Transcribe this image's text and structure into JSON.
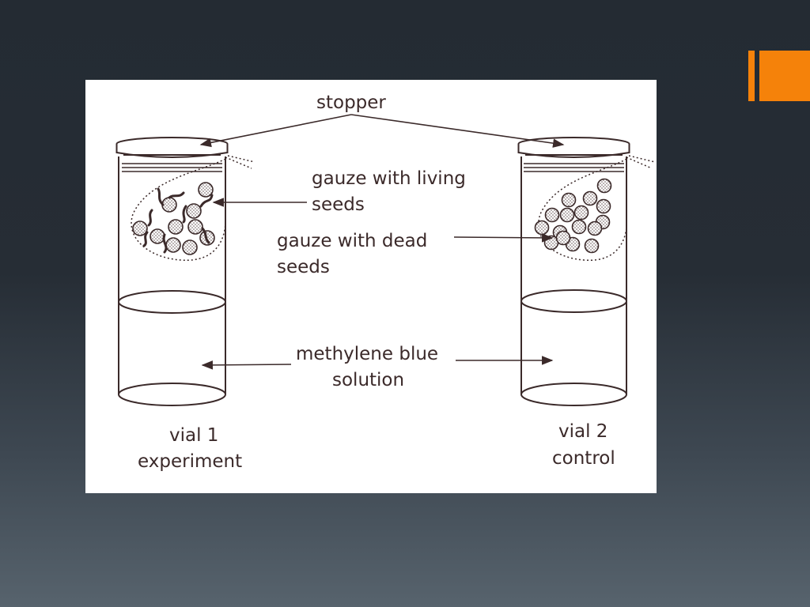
{
  "slide": {
    "accent_color": "#f5820a"
  },
  "diagram": {
    "labels": {
      "stopper": "stopper",
      "gauze_living_line1": "gauze with living",
      "gauze_living_line2": "seeds",
      "gauze_dead_line1": "gauze with dead",
      "gauze_dead_line2": "seeds",
      "solution_line1": "methylene blue",
      "solution_line2": "solution"
    },
    "vials": [
      {
        "name_line": "vial 1",
        "role": "experiment"
      },
      {
        "name_line": "vial 2",
        "role": "control"
      }
    ],
    "ink_color": "#3b2a2a"
  }
}
